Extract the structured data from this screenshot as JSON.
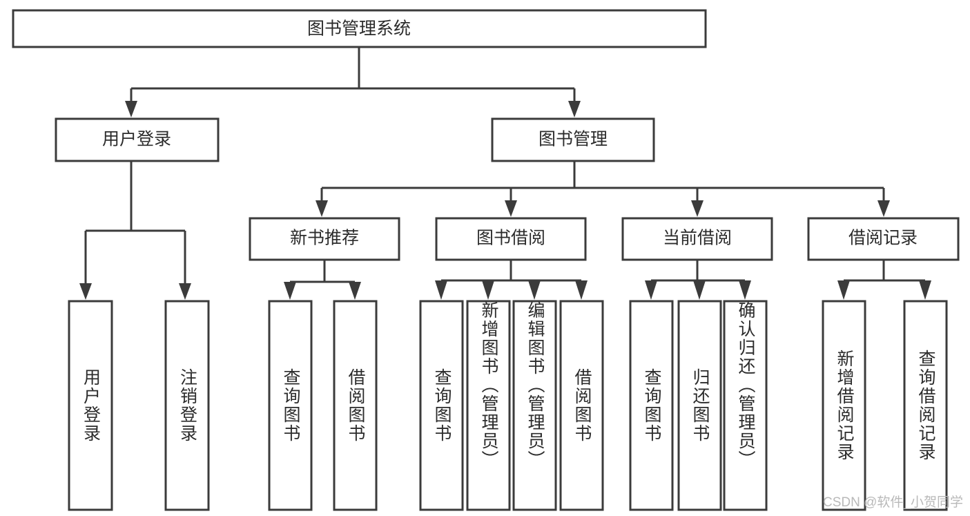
{
  "diagram": {
    "type": "tree",
    "orientation": "top-down",
    "root": {
      "id": "root",
      "label": "图书管理系统"
    },
    "level2": [
      {
        "id": "user-login",
        "label": "用户登录"
      },
      {
        "id": "book-manage",
        "label": "图书管理"
      }
    ],
    "level3": [
      {
        "id": "new-book-recommend",
        "label": "新书推荐",
        "parent": "book-manage"
      },
      {
        "id": "book-borrow",
        "label": "图书借阅",
        "parent": "book-manage"
      },
      {
        "id": "current-borrow",
        "label": "当前借阅",
        "parent": "book-manage"
      },
      {
        "id": "borrow-record",
        "label": "借阅记录",
        "parent": "book-manage"
      }
    ],
    "leaves": [
      {
        "id": "leaf-user-login",
        "label": "用户登录",
        "parent": "user-login"
      },
      {
        "id": "leaf-user-logout",
        "label": "注销登录",
        "parent": "user-login"
      },
      {
        "id": "leaf-query-book-1",
        "label": "查询图书",
        "parent": "new-book-recommend"
      },
      {
        "id": "leaf-borrow-book-1",
        "label": "借阅图书",
        "parent": "new-book-recommend"
      },
      {
        "id": "leaf-query-book-2",
        "label": "查询图书",
        "parent": "book-borrow"
      },
      {
        "id": "leaf-add-book",
        "label": "新增图书（管理员）",
        "parent": "book-borrow"
      },
      {
        "id": "leaf-edit-book",
        "label": "编辑图书（管理员）",
        "parent": "book-borrow"
      },
      {
        "id": "leaf-borrow-book-2",
        "label": "借阅图书",
        "parent": "book-borrow"
      },
      {
        "id": "leaf-query-book-3",
        "label": "查询图书",
        "parent": "current-borrow"
      },
      {
        "id": "leaf-return-book",
        "label": "归还图书",
        "parent": "current-borrow"
      },
      {
        "id": "leaf-confirm-return",
        "label": "确认归还（管理员）",
        "parent": "current-borrow"
      },
      {
        "id": "leaf-add-record",
        "label": "新增借阅记录",
        "parent": "borrow-record"
      },
      {
        "id": "leaf-query-record",
        "label": "查询借阅记录",
        "parent": "borrow-record"
      }
    ],
    "colors": {
      "stroke": "#3b3b3b",
      "fill": "#ffffff",
      "text": "#2b2b2b",
      "watermark": "#b9b9b9"
    }
  },
  "watermark": {
    "text": "CSDN @软件_小贺同学"
  }
}
